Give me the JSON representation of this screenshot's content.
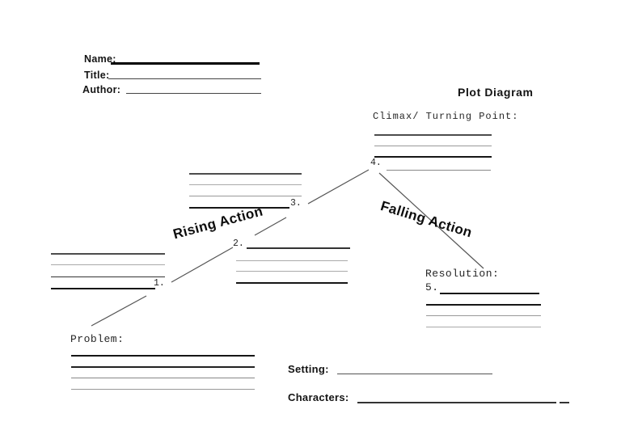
{
  "document": {
    "title": "Plot Diagram"
  },
  "header_fields": {
    "name": {
      "label": "Name:",
      "value": ""
    },
    "title": {
      "label": "Title:",
      "value": ""
    },
    "author": {
      "label": "Author:",
      "value": ""
    }
  },
  "diagram": {
    "climax_label": "Climax/ Turning Point:",
    "rising_action_label": "Rising Action",
    "falling_action_label": "Falling Action",
    "problem_label": "Problem:",
    "resolution_label": "Resolution:",
    "numbers": {
      "n1": "1.",
      "n2": "2.",
      "n3": "3.",
      "n4": "4.",
      "n5": "5."
    }
  },
  "footer_fields": {
    "setting": {
      "label": "Setting:",
      "value": ""
    },
    "characters": {
      "label": "Characters:",
      "value": ""
    }
  },
  "colors": {
    "paper": "#ffffff",
    "ink": "#1f1f1f",
    "line_black": "#161616",
    "line_dark_gray": "#4d4d4d",
    "line_gray": "#999999",
    "line_light_gray": "#aaaaaa",
    "diagonal_gray": "#555555"
  }
}
